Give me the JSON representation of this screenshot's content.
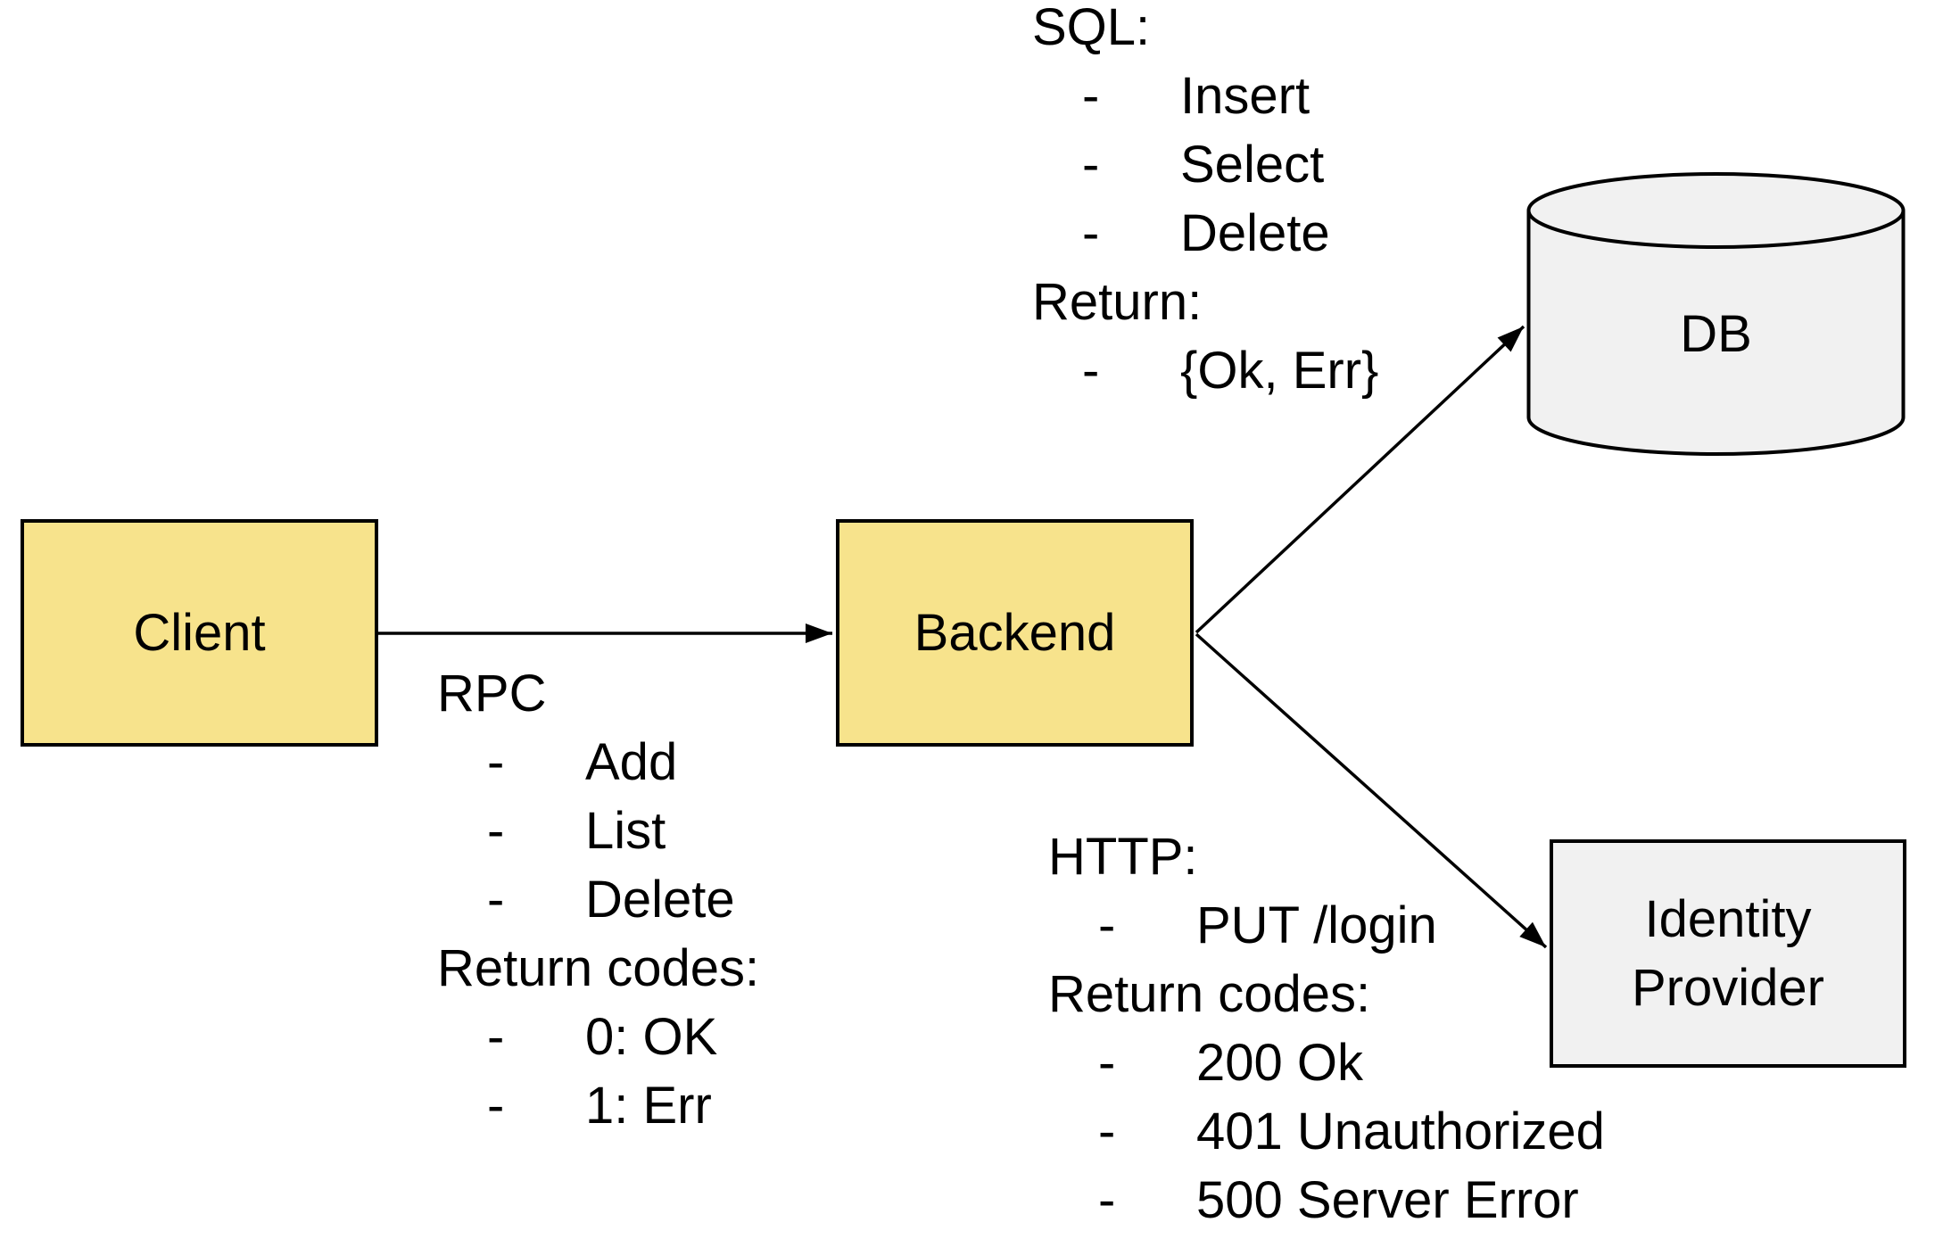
{
  "colors": {
    "node_fill_yellow": "#F7E38C",
    "node_fill_gray": "#F1F1F1",
    "stroke": "#000000",
    "background": "#FFFFFF",
    "text": "#000000"
  },
  "list_marker": "-",
  "nodes": {
    "client": {
      "label": "Client"
    },
    "backend": {
      "label": "Backend"
    },
    "db": {
      "label": "DB"
    },
    "identity_provider": {
      "label_lines": [
        "Identity",
        "Provider"
      ]
    }
  },
  "annotations": {
    "rpc": {
      "lines": [
        {
          "kind": "heading",
          "text": "RPC"
        },
        {
          "kind": "item",
          "text": "Add"
        },
        {
          "kind": "item",
          "text": "List"
        },
        {
          "kind": "item",
          "text": "Delete"
        },
        {
          "kind": "heading",
          "text": "Return codes:"
        },
        {
          "kind": "item",
          "text": "0: OK"
        },
        {
          "kind": "item",
          "text": "1: Err"
        }
      ]
    },
    "sql": {
      "lines": [
        {
          "kind": "heading",
          "text": "SQL:"
        },
        {
          "kind": "item",
          "text": "Insert"
        },
        {
          "kind": "item",
          "text": "Select"
        },
        {
          "kind": "item",
          "text": "Delete"
        },
        {
          "kind": "heading",
          "text": "Return:"
        },
        {
          "kind": "item",
          "text": "{Ok, Err}"
        }
      ]
    },
    "http": {
      "lines": [
        {
          "kind": "heading",
          "text": "HTTP:"
        },
        {
          "kind": "item",
          "text": "PUT /login"
        },
        {
          "kind": "heading",
          "text": "Return codes:"
        },
        {
          "kind": "item",
          "text": "200 Ok"
        },
        {
          "kind": "item",
          "text": "401 Unauthorized"
        },
        {
          "kind": "item",
          "text": "500 Server Error"
        }
      ]
    }
  },
  "edges": [
    {
      "from": "client",
      "to": "backend"
    },
    {
      "from": "backend",
      "to": "db"
    },
    {
      "from": "backend",
      "to": "identity_provider"
    }
  ]
}
